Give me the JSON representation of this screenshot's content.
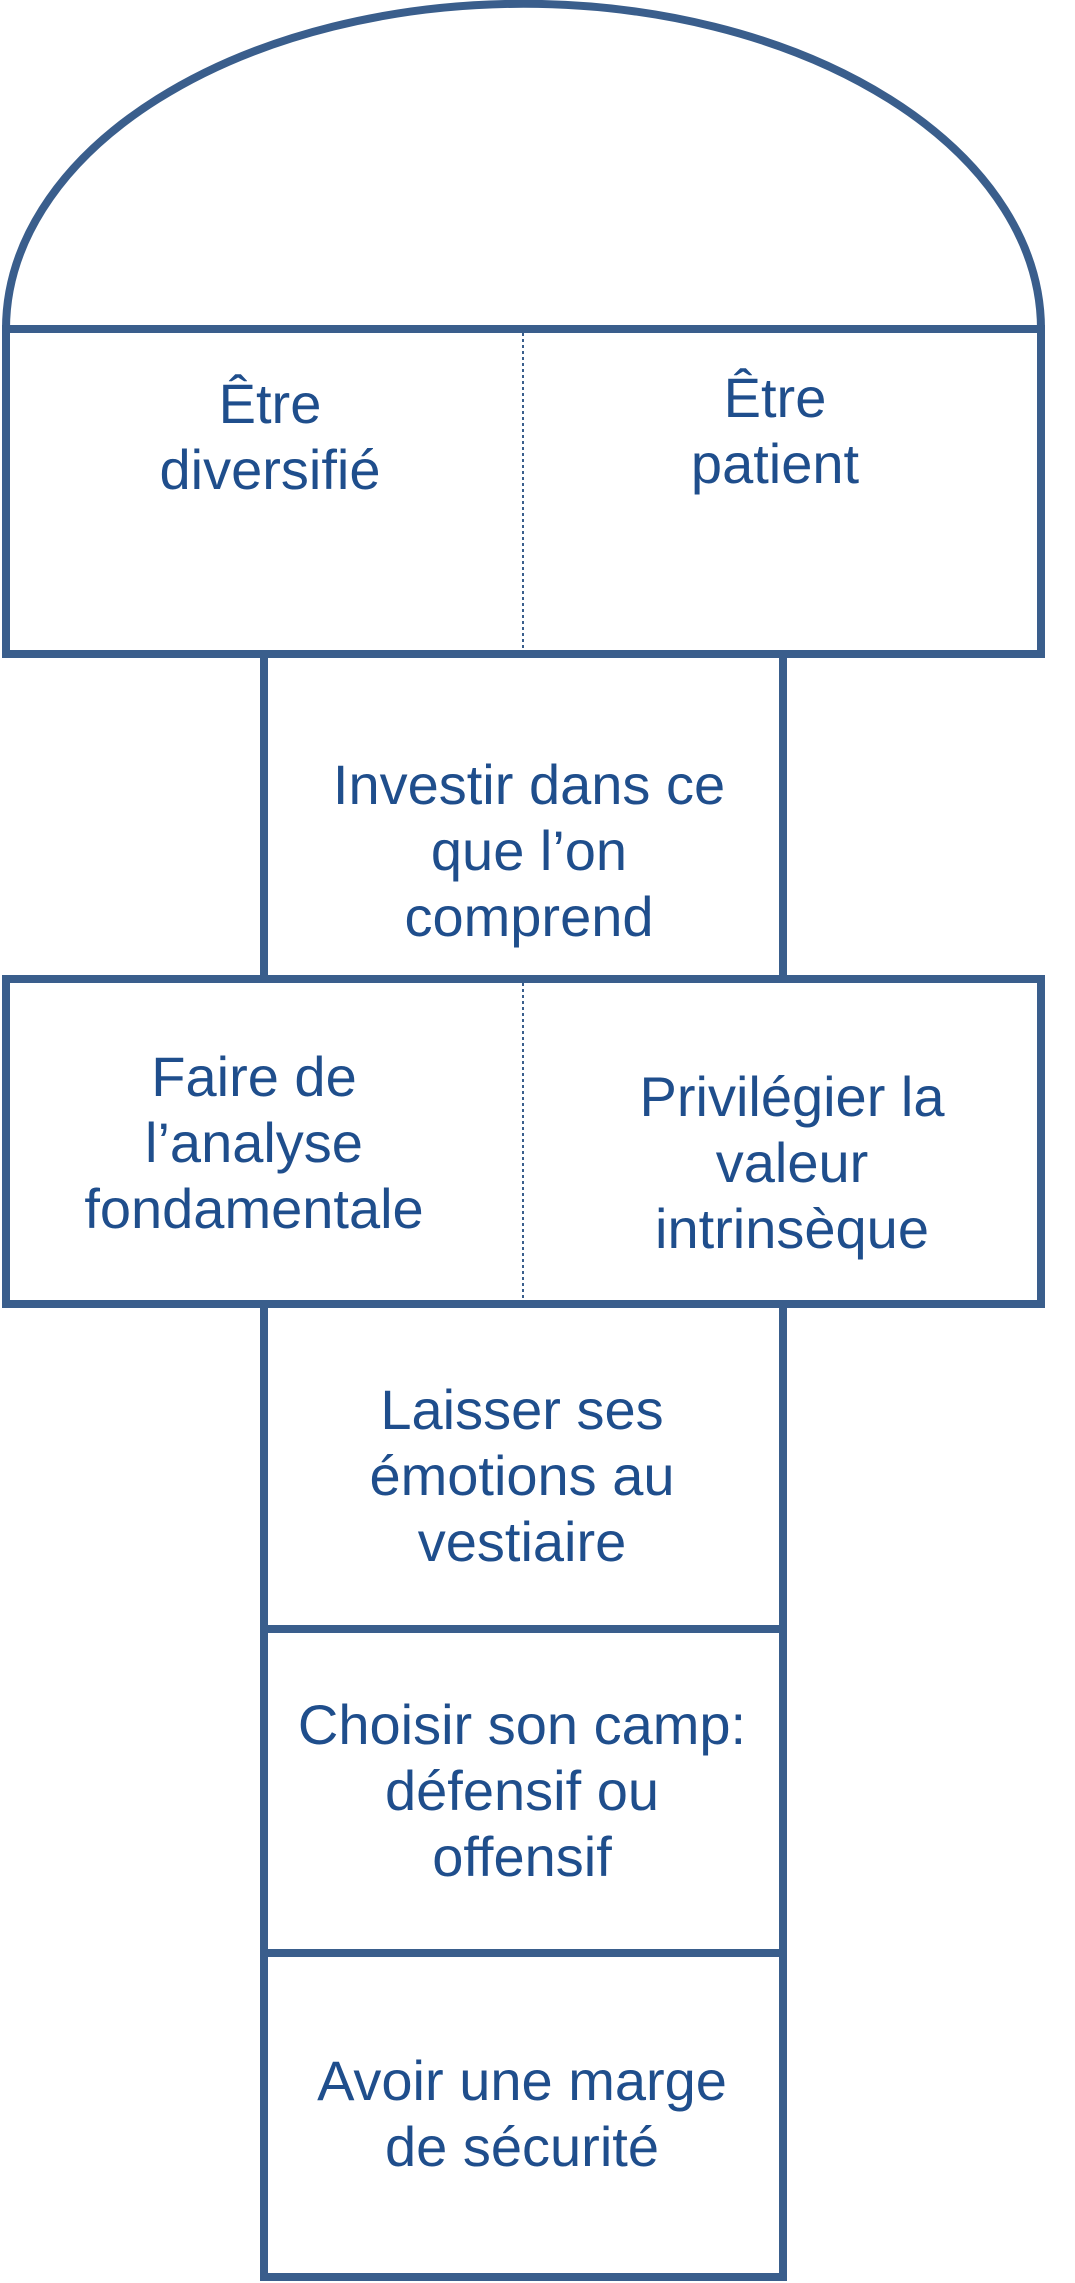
{
  "colors": {
    "stroke": "#3a5e8c",
    "text": "#1f4e8c",
    "background": "#ffffff"
  },
  "cells": [
    {
      "id": "etre-diversifie",
      "lines": [
        "Être",
        "diversifié"
      ]
    },
    {
      "id": "etre-patient",
      "lines": [
        "Être",
        "patient"
      ]
    },
    {
      "id": "investir-comprend",
      "lines": [
        "Investir dans ce",
        "que l’on",
        "comprend"
      ]
    },
    {
      "id": "analyse-fondamentale",
      "lines": [
        "Faire de",
        "l’analyse",
        "fondamentale"
      ]
    },
    {
      "id": "valeur-intrinseque",
      "lines": [
        "Privilégier la",
        "valeur",
        "intrinsèque"
      ]
    },
    {
      "id": "emotions-vestiaire",
      "lines": [
        "Laisser ses",
        "émotions au",
        "vestiaire"
      ]
    },
    {
      "id": "choisir-camp",
      "lines": [
        "Choisir son camp:",
        "défensif ou",
        "offensif"
      ]
    },
    {
      "id": "marge-securite",
      "lines": [
        "Avoir une marge",
        "de sécurité"
      ]
    }
  ]
}
